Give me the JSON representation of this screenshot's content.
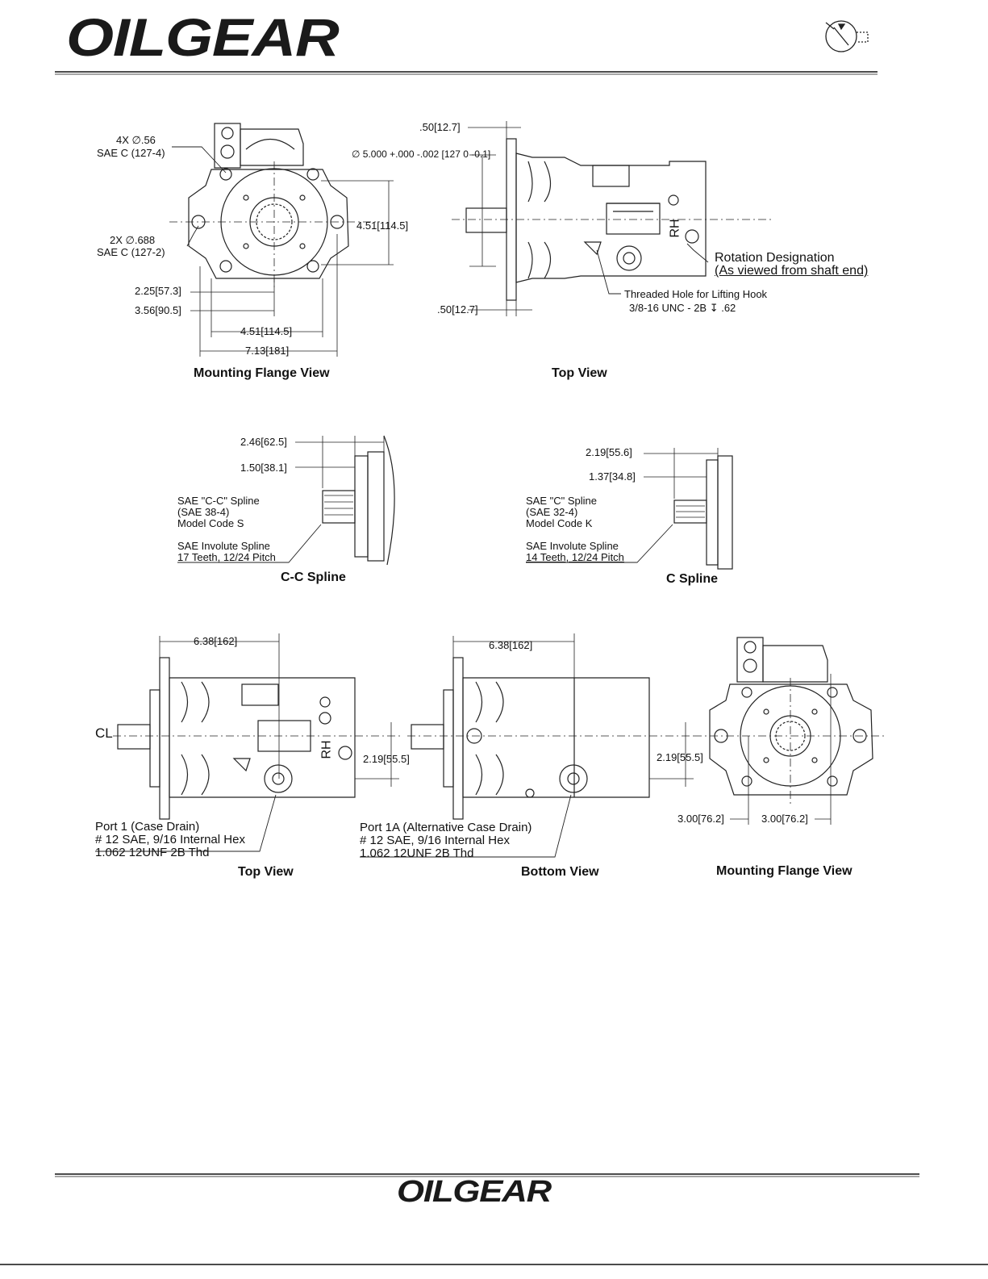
{
  "header": {
    "logo_text": "OILGEAR",
    "symbol": "pump-symbol-icon"
  },
  "footer": {
    "logo_text": "OILGEAR"
  },
  "row1": {
    "mounting_flange_view": {
      "title": "Mounting Flange View",
      "callout_4x": "4X ∅.56",
      "callout_4x_sae": "SAE C (127-4)",
      "callout_2x": "2X ∅.688",
      "callout_2x_sae": "SAE C (127-2)",
      "dim_right": "4.51[114.5]",
      "dim_2_25": "2.25[57.3]",
      "dim_3_56": "3.56[90.5]",
      "dim_4_51": "4.51[114.5]",
      "dim_7_13": "7.13[181]"
    },
    "top_view": {
      "title": "Top View",
      "dim_top": ".50[12.7]",
      "dim_pilot": "∅ 5.000 +.000 -.002 [127 0 -0.1]",
      "dim_bottom": ".50[12.7]",
      "rotation_1": "Rotation Designation",
      "rotation_2": "(As viewed from shaft end)",
      "hole_1": "Threaded Hole for Lifting Hook",
      "hole_2": "3/8-16 UNC - 2B ↧ .62",
      "rh_label": "RH"
    }
  },
  "row2": {
    "cc_spline": {
      "title": "C-C Spline",
      "dim_1": "2.46[62.5]",
      "dim_2": "1.50[38.1]",
      "desc_1": "SAE \"C-C\" Spline",
      "desc_2": "(SAE 38-4)",
      "desc_3": "Model Code S",
      "inv_1": "SAE Involute Spline",
      "inv_2": "17 Teeth, 12/24 Pitch"
    },
    "c_spline": {
      "title": "C Spline",
      "dim_1": "2.19[55.6]",
      "dim_2": "1.37[34.8]",
      "desc_1": "SAE \"C\" Spline",
      "desc_2": "(SAE 32-4)",
      "desc_3": "Model Code K",
      "inv_1": "SAE Involute Spline",
      "inv_2": "14 Teeth, 12/24 Pitch"
    }
  },
  "row3": {
    "top_view": {
      "title": "Top View",
      "dim_length": "6.38[162]",
      "dim_offset": "2.19[55.5]",
      "cl": "CL",
      "rh_label": "RH",
      "port_1": "Port 1 (Case Drain)",
      "port_2": "# 12 SAE, 9/16 Internal Hex",
      "port_3": "1.062 12UNF 2B Thd"
    },
    "bottom_view": {
      "title": "Bottom View",
      "dim_length": "6.38[162]",
      "dim_offset": "2.19[55.5]",
      "port_1": "Port 1A (Alternative Case Drain)",
      "port_2": "# 12 SAE, 9/16 Internal Hex",
      "port_3": "1.062 12UNF 2B Thd"
    },
    "mounting_flange_view": {
      "title": "Mounting Flange View",
      "dim_left": "3.00[76.2]",
      "dim_right": "3.00[76.2]"
    }
  }
}
